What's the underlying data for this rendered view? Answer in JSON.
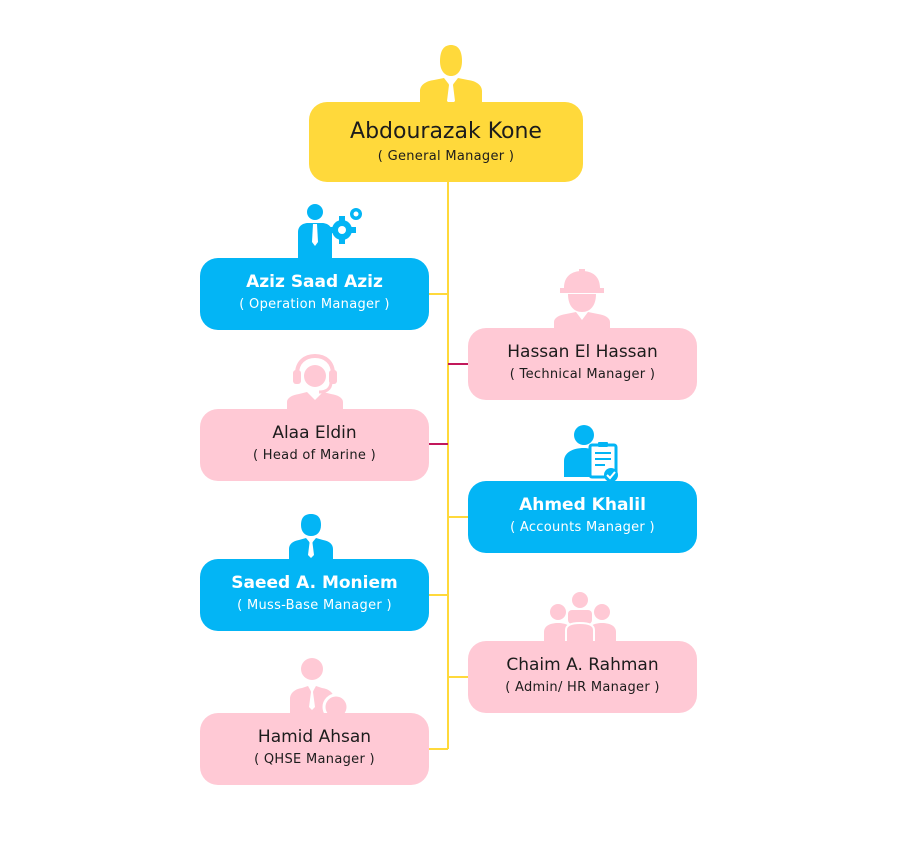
{
  "root": {
    "name": "Abdourazak Kone",
    "role": "( General Manager )"
  },
  "members": [
    {
      "name": "Aziz Saad Aziz",
      "role": "( Operation Manager )",
      "icon": "manager-gear-icon",
      "color": "#03b5f5"
    },
    {
      "name": "Hassan El Hassan",
      "role": "( Technical Manager )",
      "icon": "engineer-helmet-icon",
      "color": "#ffc9d5"
    },
    {
      "name": "Alaa Eldin",
      "role": "( Head of Marine )",
      "icon": "headset-operator-icon",
      "color": "#ffc9d5"
    },
    {
      "name": "Ahmed Khalil",
      "role": "( Accounts Manager )",
      "icon": "user-checklist-icon",
      "color": "#03b5f5"
    },
    {
      "name": "Saeed A. Moniem",
      "role": "( Muss-Base Manager )",
      "icon": "businessman-icon",
      "color": "#03b5f5"
    },
    {
      "name": "Chaim A. Rahman",
      "role": "( Admin/ HR Manager )",
      "icon": "team-group-icon",
      "color": "#ffc9d5"
    },
    {
      "name": "Hamid Ahsan",
      "role": "( QHSE Manager )",
      "icon": "safety-manager-icon",
      "color": "#ffc9d5"
    }
  ],
  "colors": {
    "root": "#ffd93b",
    "highlight": "#03b5f5",
    "secondary": "#ffc9d5",
    "connector": "#ffd93b",
    "connector_alt": "#c2185b"
  }
}
